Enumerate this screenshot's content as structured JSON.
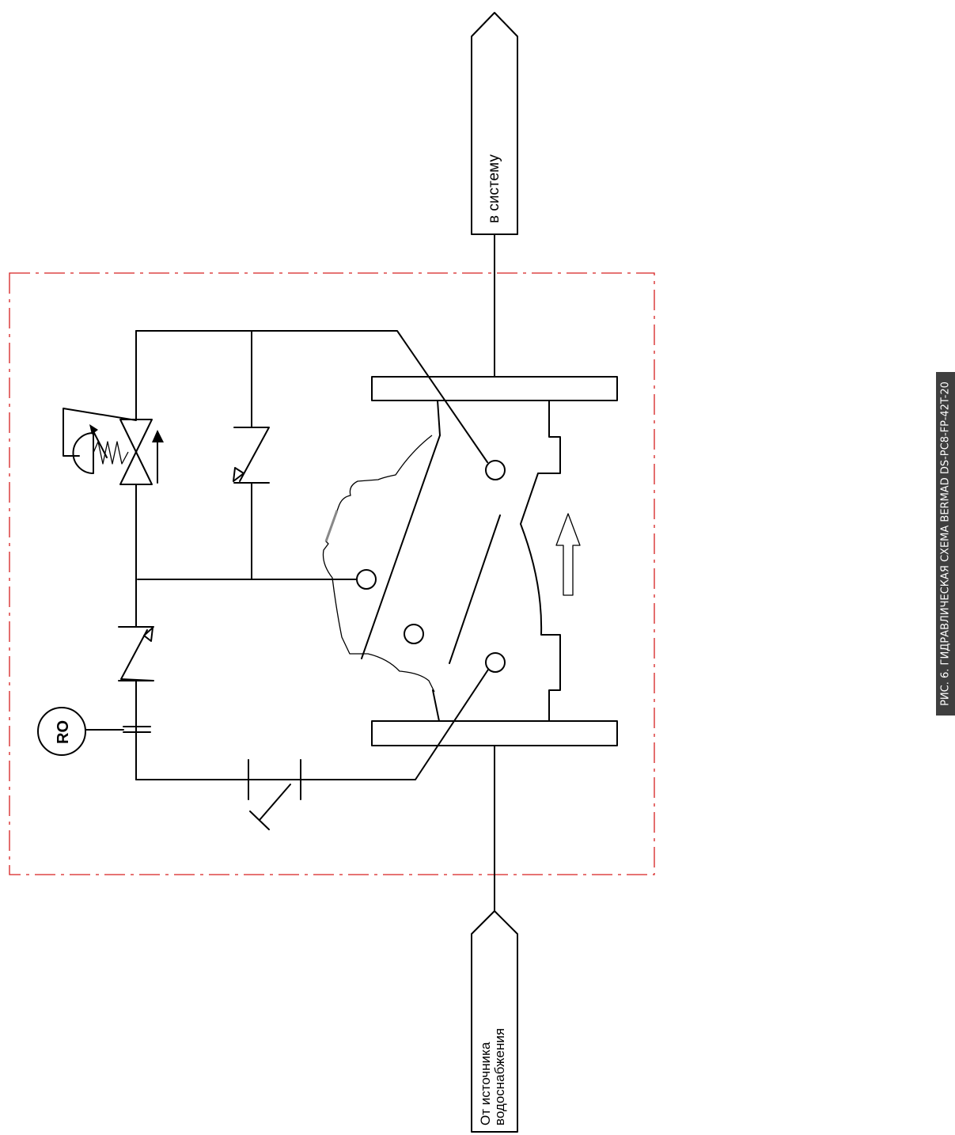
{
  "labels": {
    "outlet": "в систему",
    "inlet_line1": "От источника",
    "inlet_line2": "водоснабжения",
    "orifice": "RO"
  },
  "caption": {
    "text": "РИС. 6. ГИДРАВЛИЧЕСКАЯ СХЕМА BERMAD DS-PC8-FP-42T-20",
    "background": "#3f3f3f",
    "color": "#ffffff"
  },
  "colors": {
    "lines": "#000000",
    "boundary": "#d62020"
  },
  "icons": {
    "outlet_arrow": "pipe-arrow-icon",
    "inlet_arrow": "pipe-arrow-icon",
    "pilot_valve": "pressure-relief-pilot-icon",
    "check_valve": "check-valve-icon",
    "manual_valve": "ball-valve-icon",
    "flow_arrow": "flow-direction-arrow-icon",
    "orifice": "restriction-orifice-icon"
  }
}
